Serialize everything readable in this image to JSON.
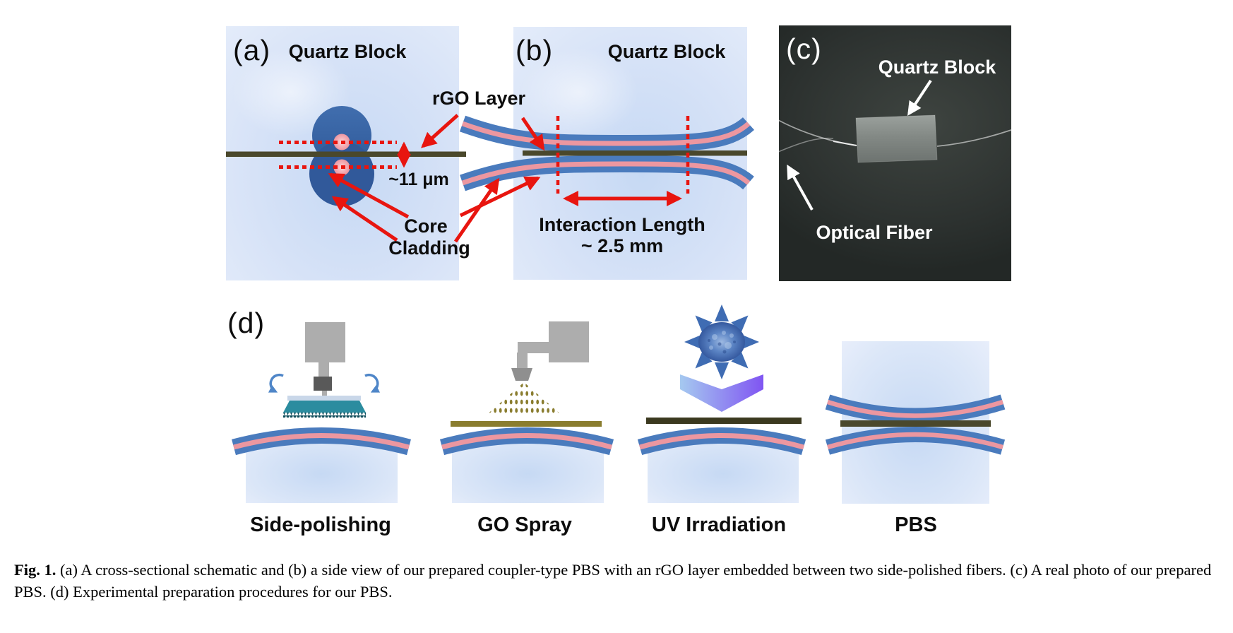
{
  "figure": {
    "panel_a": {
      "letter": "(a)",
      "title": "Quartz Block",
      "label_rgo": "rGO Layer",
      "label_gap": "~11 μm",
      "label_core": "Core",
      "label_cladding": "Cladding"
    },
    "panel_b": {
      "letter": "(b)",
      "title": "Quartz Block",
      "label_interaction": "Interaction Length",
      "label_interaction_value": "~ 2.5 mm"
    },
    "panel_c": {
      "letter": "(c)",
      "label_quartz": "Quartz Block",
      "label_fiber": "Optical Fiber"
    },
    "panel_d": {
      "letter": "(d)",
      "steps": [
        "Side-polishing",
        "GO Spray",
        "UV Irradiation",
        "PBS"
      ]
    },
    "caption": {
      "tag": "Fig. 1.",
      "body": " (a) A cross-sectional schematic and (b) a side view of our prepared coupler-type PBS with an rGO layer embedded between two side-polished fibers. (c) A real photo of our prepared PBS. (d) Experimental preparation procedures for our PBS."
    },
    "colors": {
      "fiber_blue": "#4a7bbd",
      "core_pink": "#ec97a0",
      "rgo_dark": "#4a482c",
      "go_olive": "#8a7d2f",
      "annotation_red": "#e8150f",
      "quartz_light": "#d9e5f7",
      "photo_bg": "#2c312f"
    }
  }
}
